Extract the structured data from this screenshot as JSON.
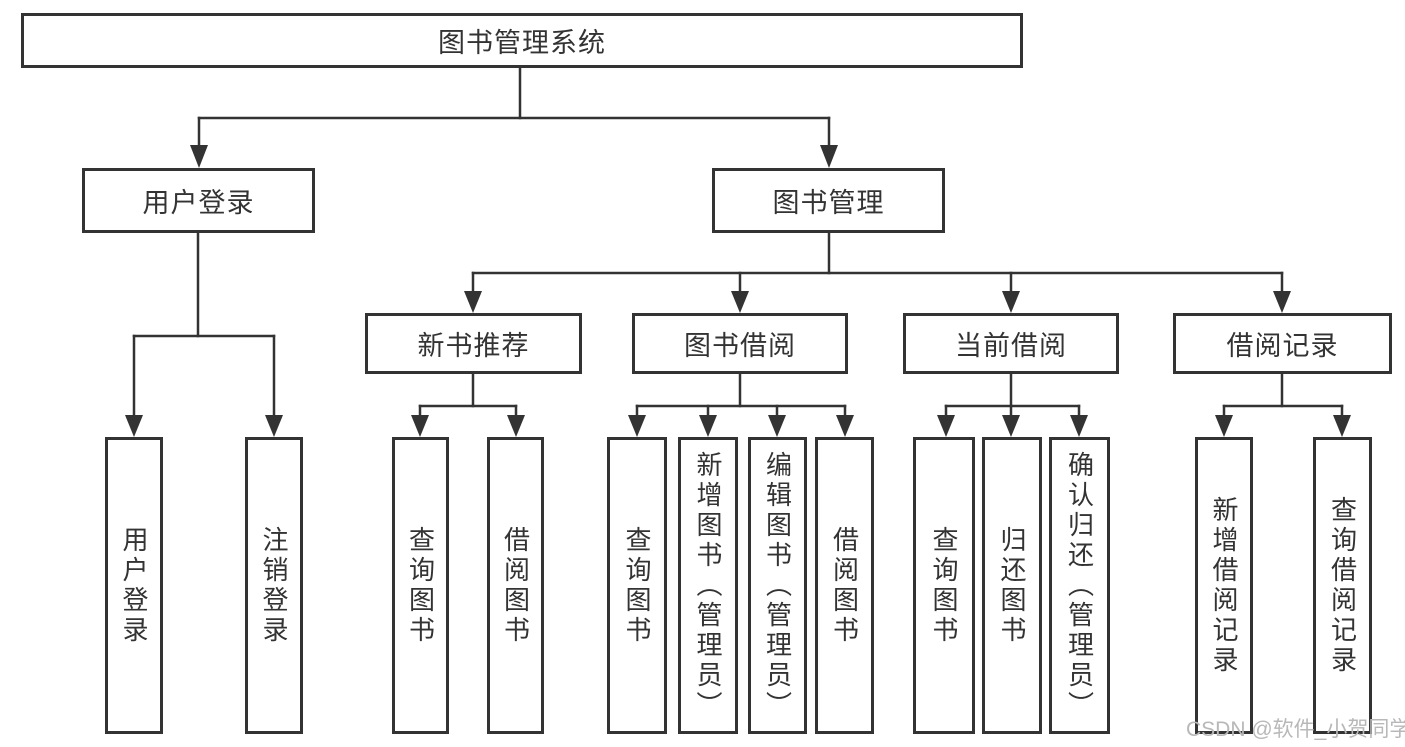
{
  "diagram": {
    "title": "图书管理系统",
    "branches": [
      {
        "label": "用户登录",
        "children": [
          {
            "label": "用户登录"
          },
          {
            "label": "注销登录"
          }
        ]
      },
      {
        "label": "图书管理",
        "children": [
          {
            "label": "新书推荐",
            "children": [
              {
                "label": "查询图书"
              },
              {
                "label": "借阅图书"
              }
            ]
          },
          {
            "label": "图书借阅",
            "children": [
              {
                "label": "查询图书"
              },
              {
                "label": "新增图书（管理员）"
              },
              {
                "label": "编辑图书（管理员）"
              },
              {
                "label": "借阅图书"
              }
            ]
          },
          {
            "label": "当前借阅",
            "children": [
              {
                "label": "查询图书"
              },
              {
                "label": "归还图书"
              },
              {
                "label": "确认归还（管理员）"
              }
            ]
          },
          {
            "label": "借阅记录",
            "children": [
              {
                "label": "新增借阅记录"
              },
              {
                "label": "查询借阅记录"
              }
            ]
          }
        ]
      }
    ]
  },
  "watermark": {
    "text": "CSDN @软件_小贺同学"
  },
  "colors": {
    "line": "#333333",
    "text": "#333333",
    "background": "#ffffff",
    "watermark": "#b8b8b8"
  }
}
